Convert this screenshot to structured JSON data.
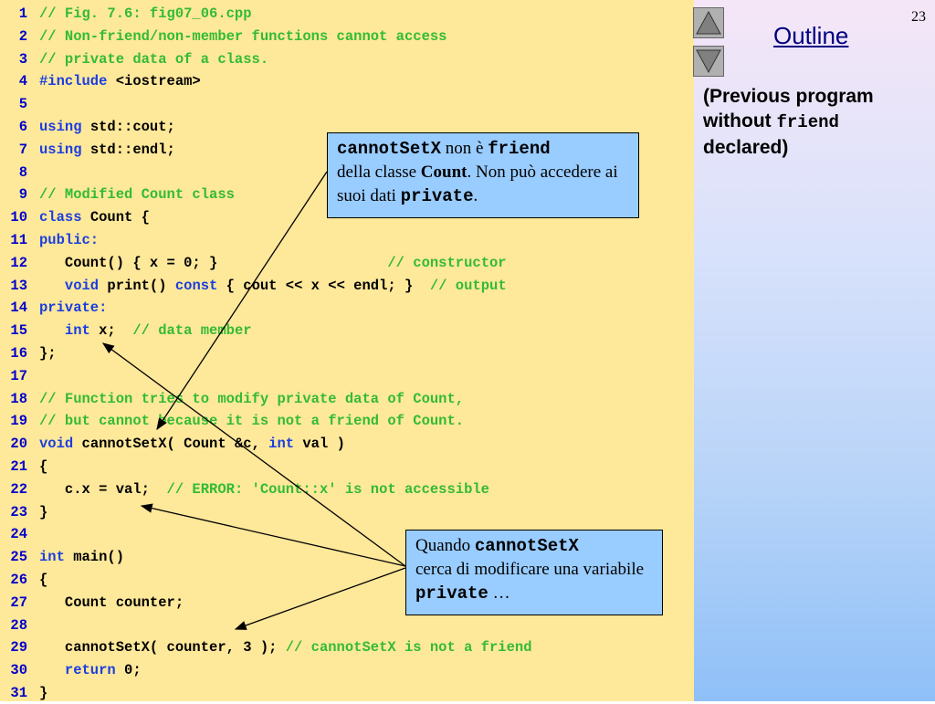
{
  "slide_number": "23",
  "outline_label": "Outline",
  "side_note": {
    "part1": "(Previous program without ",
    "code": "friend",
    "part2": " declared)"
  },
  "code_lines": [
    {
      "n": "1",
      "tokens": [
        {
          "t": "// Fig. 7.6: fig07_06.cpp",
          "c": "cm"
        }
      ]
    },
    {
      "n": "2",
      "tokens": [
        {
          "t": "// Non-friend/non-member functions cannot access",
          "c": "cm"
        }
      ]
    },
    {
      "n": "3",
      "tokens": [
        {
          "t": "// private data of a class.",
          "c": "cm"
        }
      ]
    },
    {
      "n": "4",
      "tokens": [
        {
          "t": "#include",
          "c": "kw"
        },
        {
          "t": " <iostream>",
          "c": "tx"
        }
      ]
    },
    {
      "n": "5",
      "tokens": []
    },
    {
      "n": "6",
      "tokens": [
        {
          "t": "using",
          "c": "kw"
        },
        {
          "t": " std::cout;",
          "c": "tx"
        }
      ]
    },
    {
      "n": "7",
      "tokens": [
        {
          "t": "using",
          "c": "kw"
        },
        {
          "t": " std::endl;",
          "c": "tx"
        }
      ]
    },
    {
      "n": "8",
      "tokens": []
    },
    {
      "n": "9",
      "tokens": [
        {
          "t": "// Modified Count class",
          "c": "cm"
        }
      ]
    },
    {
      "n": "10",
      "tokens": [
        {
          "t": "class",
          "c": "kw"
        },
        {
          "t": " Count {",
          "c": "tx"
        }
      ]
    },
    {
      "n": "11",
      "tokens": [
        {
          "t": "public:",
          "c": "kw"
        }
      ]
    },
    {
      "n": "12",
      "tokens": [
        {
          "t": "   Count() { x = 0; }                    ",
          "c": "tx"
        },
        {
          "t": "// constructor",
          "c": "cm"
        }
      ]
    },
    {
      "n": "13",
      "tokens": [
        {
          "t": "   ",
          "c": "tx"
        },
        {
          "t": "void",
          "c": "kw"
        },
        {
          "t": " print() ",
          "c": "tx"
        },
        {
          "t": "const",
          "c": "kw"
        },
        {
          "t": " { cout << x << endl; }  ",
          "c": "tx"
        },
        {
          "t": "// output",
          "c": "cm"
        }
      ]
    },
    {
      "n": "14",
      "tokens": [
        {
          "t": "private:",
          "c": "kw"
        }
      ]
    },
    {
      "n": "15",
      "tokens": [
        {
          "t": "   ",
          "c": "tx"
        },
        {
          "t": "int",
          "c": "kw"
        },
        {
          "t": " x;  ",
          "c": "tx"
        },
        {
          "t": "// data member",
          "c": "cm"
        }
      ]
    },
    {
      "n": "16",
      "tokens": [
        {
          "t": "};",
          "c": "tx"
        }
      ]
    },
    {
      "n": "17",
      "tokens": []
    },
    {
      "n": "18",
      "tokens": [
        {
          "t": "// Function tries to modify private data of Count,",
          "c": "cm"
        }
      ]
    },
    {
      "n": "19",
      "tokens": [
        {
          "t": "// but cannot because it is not a friend of Count.",
          "c": "cm"
        }
      ]
    },
    {
      "n": "20",
      "tokens": [
        {
          "t": "void",
          "c": "kw"
        },
        {
          "t": " cannotSetX( Count &c, ",
          "c": "tx"
        },
        {
          "t": "int",
          "c": "kw"
        },
        {
          "t": " val )",
          "c": "tx"
        }
      ]
    },
    {
      "n": "21",
      "tokens": [
        {
          "t": "{",
          "c": "tx"
        }
      ]
    },
    {
      "n": "22",
      "tokens": [
        {
          "t": "   c.x = val;  ",
          "c": "tx"
        },
        {
          "t": "// ERROR: 'Count::x' is not accessible",
          "c": "cm"
        }
      ]
    },
    {
      "n": "23",
      "tokens": [
        {
          "t": "}",
          "c": "tx"
        }
      ]
    },
    {
      "n": "24",
      "tokens": []
    },
    {
      "n": "25",
      "tokens": [
        {
          "t": "int",
          "c": "kw"
        },
        {
          "t": " main()",
          "c": "tx"
        }
      ]
    },
    {
      "n": "26",
      "tokens": [
        {
          "t": "{",
          "c": "tx"
        }
      ]
    },
    {
      "n": "27",
      "tokens": [
        {
          "t": "   Count counter;",
          "c": "tx"
        }
      ]
    },
    {
      "n": "28",
      "tokens": []
    },
    {
      "n": "29",
      "tokens": [
        {
          "t": "   cannotSetX( counter, 3 ); ",
          "c": "tx"
        },
        {
          "t": "// cannotSetX is not a friend",
          "c": "cm"
        }
      ]
    },
    {
      "n": "30",
      "tokens": [
        {
          "t": "   ",
          "c": "tx"
        },
        {
          "t": "return",
          "c": "kw"
        },
        {
          "t": " 0;",
          "c": "tx"
        }
      ]
    },
    {
      "n": "31",
      "tokens": [
        {
          "t": "}",
          "c": "tx"
        }
      ]
    }
  ],
  "callout1": {
    "code1": "cannotSetX",
    "t1": " non è ",
    "code2": "friend",
    "t2": "della classe ",
    "bold1": "Count",
    "t3": ".  Non può accedere ai suoi dati ",
    "code3": "private",
    "t4": "."
  },
  "callout2": {
    "t1": "Quando ",
    "code1": "cannotSetX",
    "t2": "cerca di modificare una variabile ",
    "code2": "private",
    "t3": " …"
  }
}
